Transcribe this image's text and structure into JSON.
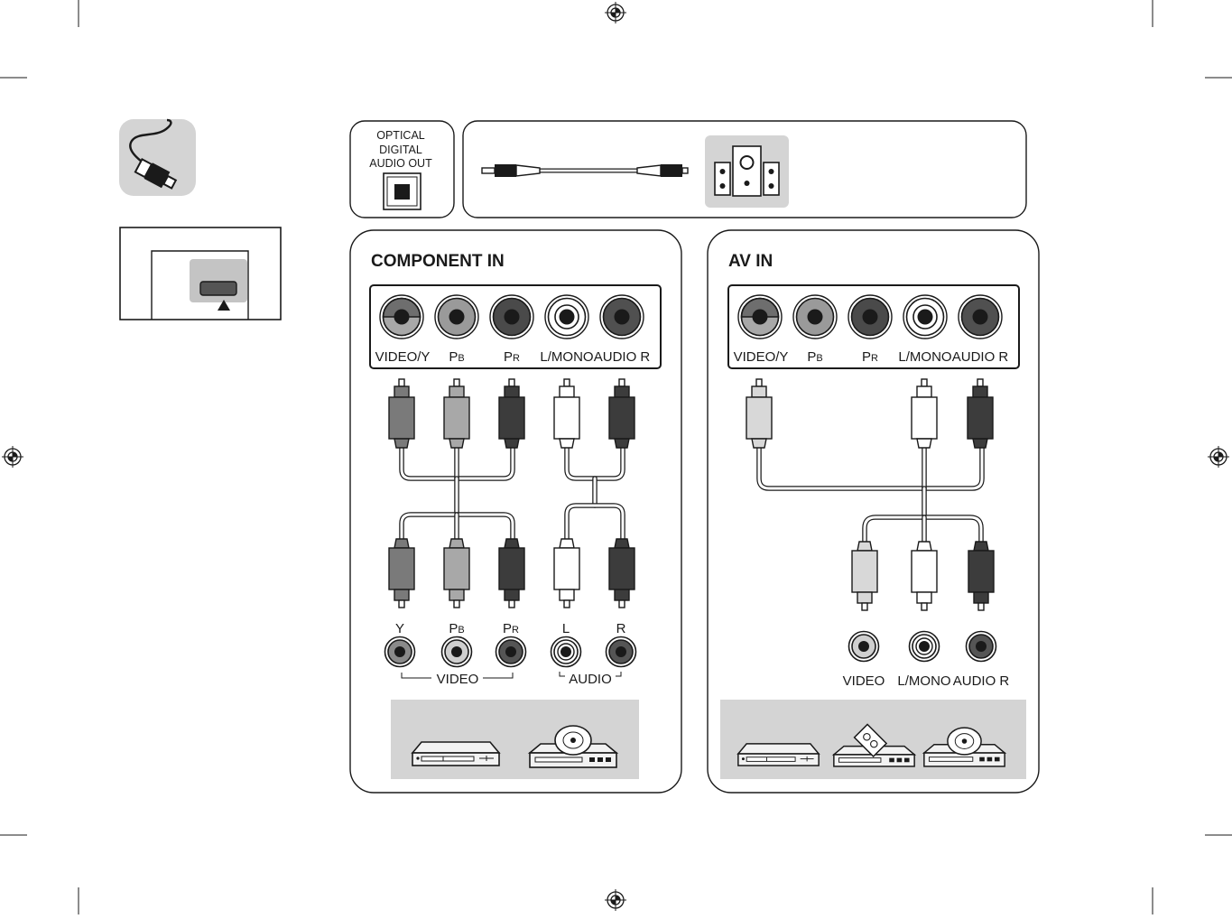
{
  "optical": {
    "port_label_lines": [
      "OPTICAL",
      "DIGITAL",
      "AUDIO OUT"
    ]
  },
  "component": {
    "title": "COMPONENT IN",
    "ports": [
      {
        "label": "VIDEO/Y",
        "type": "split",
        "color": "#6e6e6e"
      },
      {
        "label": "PB",
        "type": "plain",
        "color": "#9a9a9a"
      },
      {
        "label": "PR",
        "type": "plain",
        "color": "#4a4a4a"
      },
      {
        "label": "L/MONO",
        "type": "white",
        "color": "#ffffff"
      },
      {
        "label": "AUDIO R",
        "type": "plain",
        "color": "#505050"
      }
    ],
    "device_jack_labels": [
      "Y",
      "PB",
      "PR",
      "L",
      "R"
    ],
    "group_labels": {
      "video": "VIDEO",
      "audio": "AUDIO"
    }
  },
  "av": {
    "title": "AV IN",
    "ports": [
      {
        "label": "VIDEO/Y",
        "type": "split",
        "color": "#6e6e6e"
      },
      {
        "label": "PB",
        "type": "plain",
        "color": "#9a9a9a"
      },
      {
        "label": "PR",
        "type": "plain",
        "color": "#4a4a4a"
      },
      {
        "label": "L/MONO",
        "type": "white",
        "color": "#ffffff"
      },
      {
        "label": "AUDIO R",
        "type": "plain",
        "color": "#505050"
      }
    ],
    "device_jack_labels": [
      "VIDEO",
      "L/MONO",
      "AUDIO R"
    ]
  },
  "colors": {
    "panel_gray": "#d4d4d4",
    "plug_gray": "#7a7a7a",
    "plug_light": "#a8a8a8",
    "plug_dark": "#3c3c3c",
    "plug_white": "#ffffff",
    "plug_pale": "#d8d8d8",
    "outline": "#1a1a1a"
  },
  "icons": [
    "registration-mark-icon",
    "optical-cable-icon",
    "speaker-system-icon",
    "tv-port-location-icon",
    "dvd-recorder-icon",
    "dvd-player-icon",
    "vcr-icon",
    "rca-plug-icon",
    "rca-jack-icon"
  ]
}
